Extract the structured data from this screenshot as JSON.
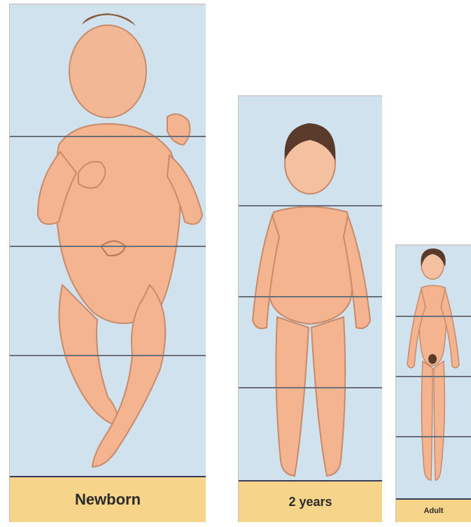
{
  "labels": {
    "newborn": "Newborn",
    "two_years": "2 years",
    "adult": "Adult"
  },
  "colors": {
    "panel_bg": "#cfe2ee",
    "label_band": "#f6d58a",
    "divider": "#6a6f78",
    "skin": "#f3b48f",
    "hair": "#5a3a2a"
  }
}
